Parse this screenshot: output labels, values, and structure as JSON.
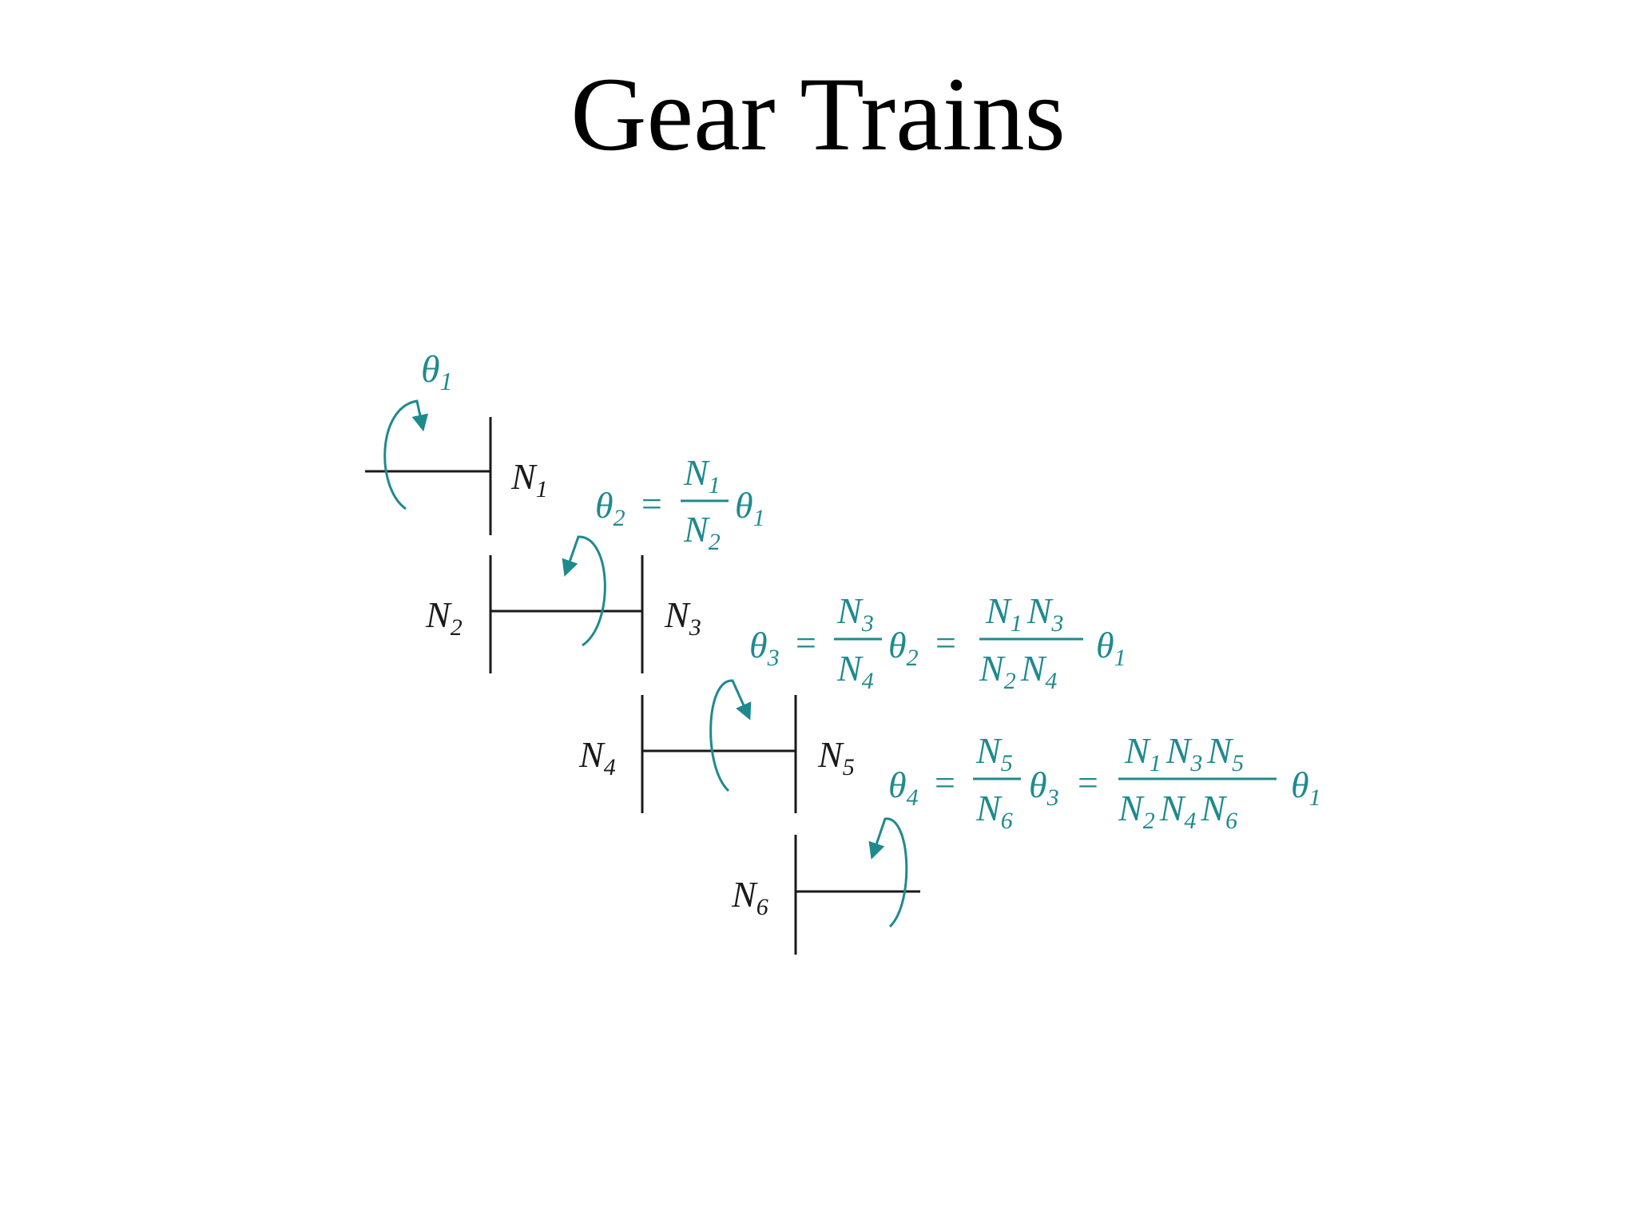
{
  "title": "Gear Trains",
  "colors": {
    "equation": "#1f8a8e",
    "diagram": "#1a1a1a"
  },
  "theta": {
    "sym": "θ",
    "sub1": "1",
    "sub2": "2",
    "sub3": "3",
    "sub4": "4"
  },
  "gears": {
    "sym": "N",
    "n1": "1",
    "n2": "2",
    "n3": "3",
    "n4": "4",
    "n5": "5",
    "n6": "6"
  },
  "equals": "="
}
